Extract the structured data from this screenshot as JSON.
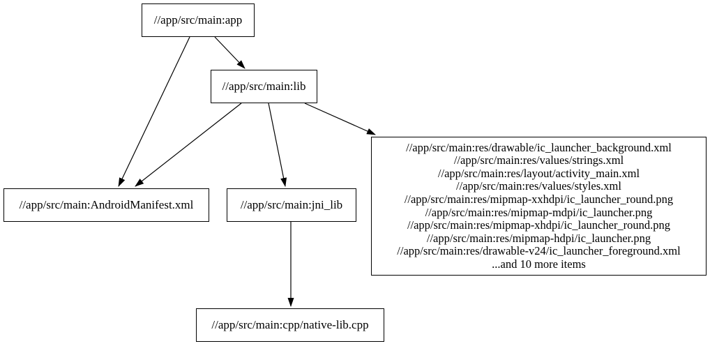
{
  "diagram": {
    "type": "dependency-graph",
    "background_color": "#ffffff",
    "node_border_color": "#000000",
    "edge_color": "#000000",
    "text_color": "#000000",
    "nodes": {
      "app": {
        "label": "//app/src/main:app"
      },
      "lib": {
        "label": "//app/src/main:lib"
      },
      "manifest": {
        "label": "//app/src/main:AndroidManifest.xml"
      },
      "jni_lib": {
        "label": "//app/src/main:jni_lib"
      },
      "native_cpp": {
        "label": "//app/src/main:cpp/native-lib.cpp"
      },
      "res_group": {
        "lines": [
          "//app/src/main:res/drawable/ic_launcher_background.xml",
          "//app/src/main:res/values/strings.xml",
          "//app/src/main:res/layout/activity_main.xml",
          "//app/src/main:res/values/styles.xml",
          "//app/src/main:res/mipmap-xxhdpi/ic_launcher_round.png",
          "//app/src/main:res/mipmap-mdpi/ic_launcher.png",
          "//app/src/main:res/mipmap-xhdpi/ic_launcher_round.png",
          "//app/src/main:res/mipmap-hdpi/ic_launcher.png",
          "//app/src/main:res/drawable-v24/ic_launcher_foreground.xml",
          "...and 10 more items"
        ]
      }
    },
    "edges": [
      {
        "from": "app",
        "to": "lib"
      },
      {
        "from": "app",
        "to": "manifest"
      },
      {
        "from": "lib",
        "to": "manifest"
      },
      {
        "from": "lib",
        "to": "jni_lib"
      },
      {
        "from": "lib",
        "to": "res_group"
      },
      {
        "from": "jni_lib",
        "to": "native_cpp"
      }
    ]
  }
}
